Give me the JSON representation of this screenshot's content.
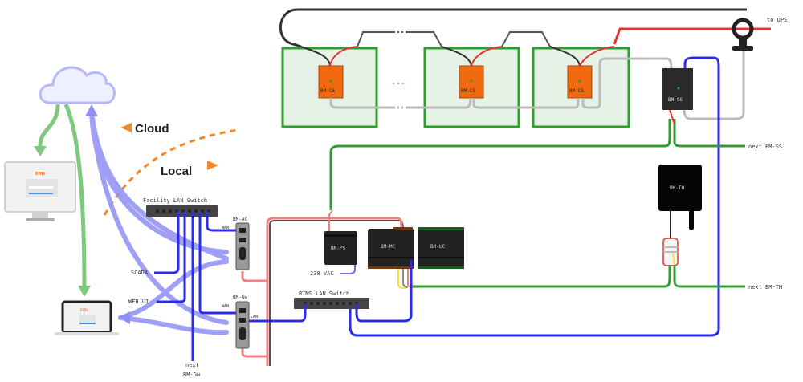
{
  "title": "BTMS battery monitoring system wiring diagram",
  "zones": {
    "cloud_label": "Cloud",
    "local_label": "Local"
  },
  "clients": {
    "desktop_brand": "BTMS",
    "laptop_brand": "BTMS"
  },
  "battery_string": {
    "cells": [
      {
        "module_label": "BM-CS"
      },
      {
        "module_label": "BM-CS"
      },
      {
        "module_label": "BM-CS"
      }
    ],
    "ellipsis": "...",
    "string_sensor_label": "BM-SS",
    "ups_label": "to UPS",
    "next_ss_label": "next BM-SS"
  },
  "modules": {
    "gateway_ag": "BM-AG",
    "gateway_gw": "BM-Gw",
    "power_supply": "BM-PS",
    "main_controller": "BM-MC",
    "logic_controller": "BM-LC",
    "temp_humidity": "BM-TH"
  },
  "ports": {
    "wan_ag": "WAN",
    "wan_gw": "WAN",
    "lan_gw": "LAN"
  },
  "switches": {
    "facility": "Facility LAN Switch",
    "btms": "BTMS LAN Switch"
  },
  "labels": {
    "scada": "SCADA",
    "web_ui": "WEB UI",
    "next_gw_line1": "next",
    "next_gw_line2": "BM-Gw",
    "vac": "230 VAC",
    "next_th": "next BM-TH"
  },
  "colors": {
    "cell_fill": "#e6f2e6",
    "cell_border": "#2e9e2e",
    "cs_module": "#f26a0f",
    "ethernet": "#2b2bf0",
    "ethernet_soft": "#8f8ff5",
    "cloud_link": "#7fc97f",
    "power_red": "#f03030",
    "bus_green": "#2e9e2e",
    "divider_orange": "#f28a2a"
  }
}
